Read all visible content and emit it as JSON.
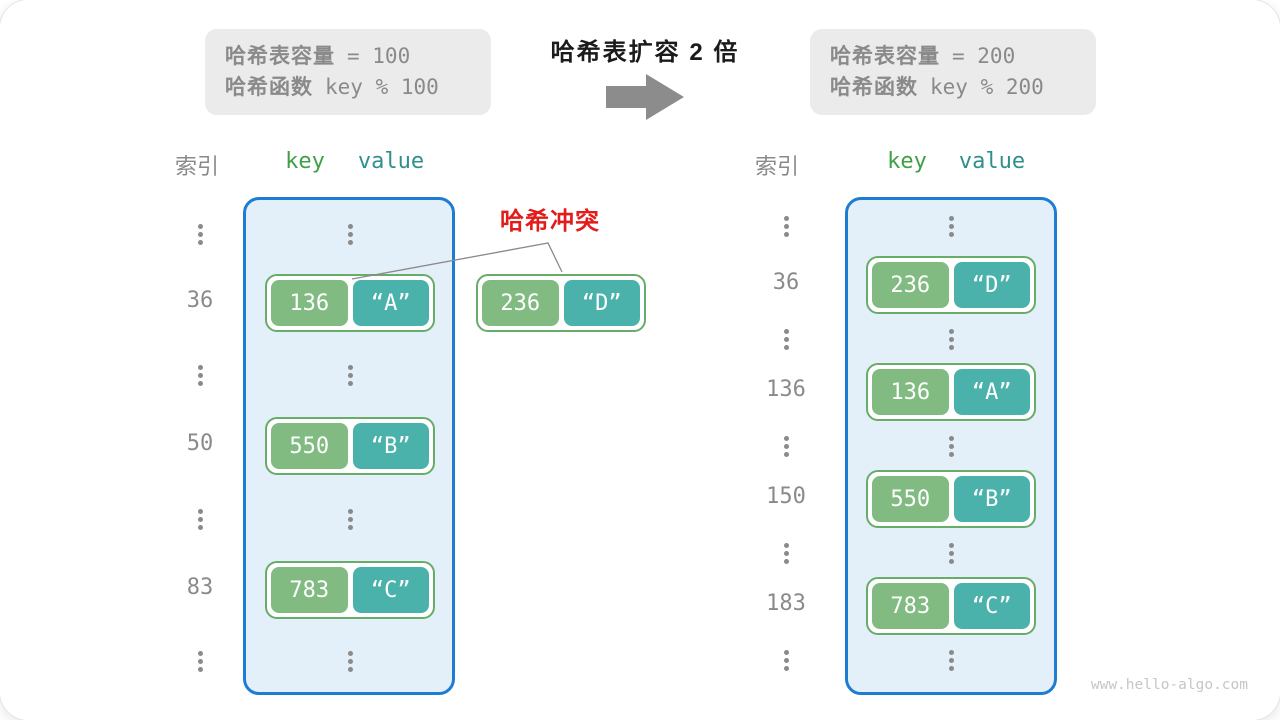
{
  "title": "哈希表扩容 2 倍",
  "watermark": "www.hello-algo.com",
  "collision": {
    "label": "哈希冲突",
    "key": "236",
    "value": "“D”"
  },
  "left": {
    "info": {
      "cap_label": "哈希表容量",
      "cap_eq": "= 100",
      "fn_label": "哈希函数",
      "fn_expr": "key % 100"
    },
    "header": {
      "index": "索引",
      "key": "key",
      "value": "value"
    },
    "entries": [
      {
        "index": "36",
        "key": "136",
        "value": "“A”"
      },
      {
        "index": "50",
        "key": "550",
        "value": "“B”"
      },
      {
        "index": "83",
        "key": "783",
        "value": "“C”"
      }
    ]
  },
  "right": {
    "info": {
      "cap_label": "哈希表容量",
      "cap_eq": "= 200",
      "fn_label": "哈希函数",
      "fn_expr": "key % 200"
    },
    "header": {
      "index": "索引",
      "key": "key",
      "value": "value"
    },
    "entries": [
      {
        "index": "36",
        "key": "236",
        "value": "“D”"
      },
      {
        "index": "136",
        "key": "136",
        "value": "“A”"
      },
      {
        "index": "150",
        "key": "550",
        "value": "“B”"
      },
      {
        "index": "183",
        "key": "783",
        "value": "“C”"
      }
    ]
  },
  "colors": {
    "key_green": "#81BB82",
    "value_teal": "#4BB2AB",
    "pair_border": "#68AC69",
    "container_fill": "#E3EFF9",
    "container_border": "#1E7CD3",
    "header_key_green": "#3FA047",
    "header_value_teal": "#2F8F8C",
    "collision_red": "#E31B1B",
    "index_gray": "#8A8A8A",
    "infobox_bg": "#EBEBEB",
    "info_text": "#8A8A8A",
    "arrow_gray": "#8C8C8C",
    "watermark_gray": "#C6C6C6"
  }
}
